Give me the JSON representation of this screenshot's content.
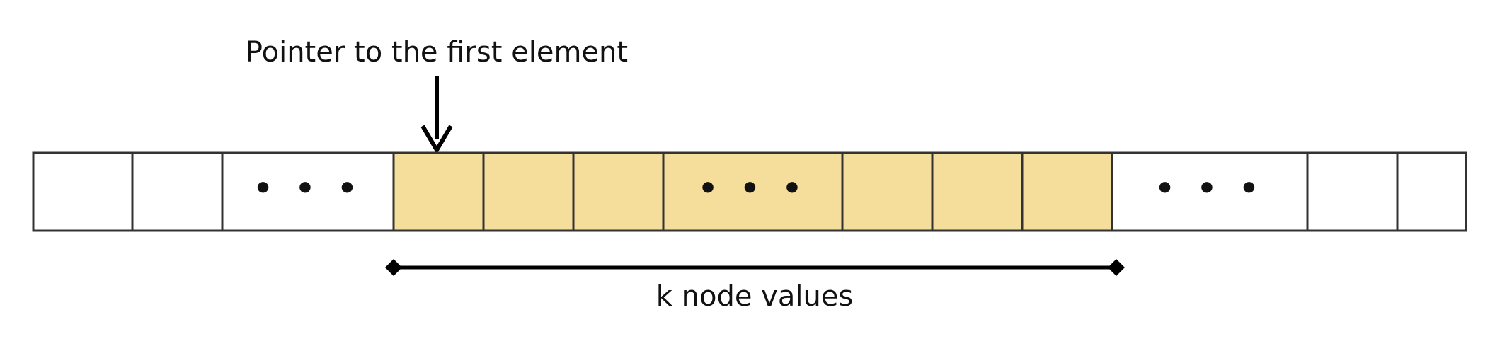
{
  "pointer_label": "Pointer to the first element",
  "span_label": "k node values",
  "colors": {
    "highlight_fill": "#F5DD9B",
    "plain_fill": "#FFFFFF",
    "stroke": "#333333",
    "arrow": "#000000"
  },
  "cells": [
    {
      "kind": "plain",
      "text": ""
    },
    {
      "kind": "plain",
      "text": ""
    },
    {
      "kind": "plain",
      "text": "• • •"
    },
    {
      "kind": "highlight",
      "text": ""
    },
    {
      "kind": "highlight",
      "text": ""
    },
    {
      "kind": "highlight",
      "text": ""
    },
    {
      "kind": "highlight",
      "text": "• • •"
    },
    {
      "kind": "highlight",
      "text": ""
    },
    {
      "kind": "highlight",
      "text": ""
    },
    {
      "kind": "highlight",
      "text": ""
    },
    {
      "kind": "plain",
      "text": "• • •"
    },
    {
      "kind": "plain",
      "text": ""
    },
    {
      "kind": "plain",
      "text": ""
    }
  ]
}
